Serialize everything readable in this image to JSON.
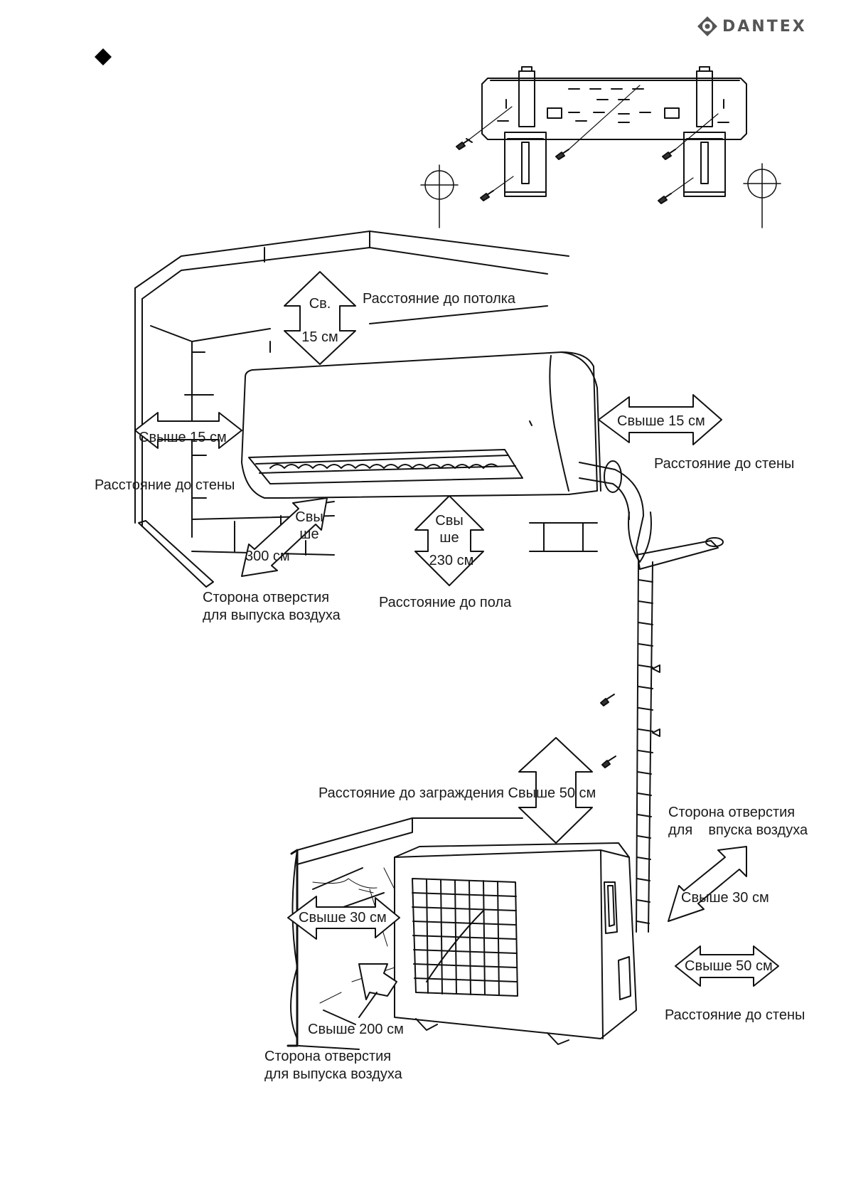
{
  "brand": {
    "name": "DANTEX",
    "color": "#555555"
  },
  "indoor": {
    "ceiling_label": "Расстояние до потолка",
    "ceiling_value_top": "Св.",
    "ceiling_value_bottom": "15 см",
    "left_value": "Свыше 15 см",
    "left_label": "Расстояние до стены",
    "right_value": "Свыше 15 см",
    "right_label": "Расстояние до стены",
    "front_value_1": "Свы",
    "front_value_2": "ше",
    "front_value_3": "300 см",
    "front_label_1": "Сторона отверстия",
    "front_label_2": "для выпуска воздуха",
    "floor_value_1": "Свы",
    "floor_value_2": "ше",
    "floor_value_3": "230 см",
    "floor_label": "Расстояние до пола"
  },
  "outdoor": {
    "top_label": "Расстояние до заграждения Свыше 50 см",
    "inlet_label_1": "Сторона отверстия",
    "inlet_label_2": "для    впуска воздуха",
    "inlet_value": "Свыше 30 см",
    "right_value": "Свыше 50 см",
    "right_label": "Расстояние до стены",
    "left_value": "Свыше 30 см",
    "front_value": "Свыше 200 см",
    "outlet_label_1": "Сторона отверстия",
    "outlet_label_2": "для выпуска воздуха"
  }
}
